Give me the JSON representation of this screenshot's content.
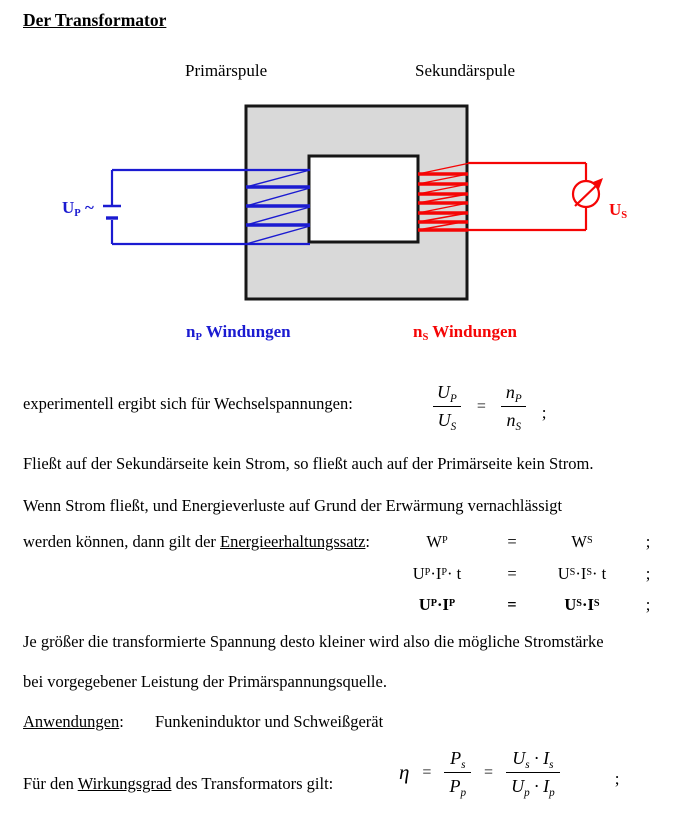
{
  "title": "Der Transformator",
  "colors": {
    "primary": "#1b1bd1",
    "secondary": "#f50505",
    "core-fill": "#d9d9d9",
    "ink": "#000000"
  },
  "diagram": {
    "primary_coil_label": "Primärspule",
    "secondary_coil_label": "Sekundärspule",
    "primary_voltage": [
      {
        "v": "U"
      },
      {
        "v": "P",
        "sub": true
      },
      {
        "v": " ~"
      }
    ],
    "secondary_voltage": [
      {
        "v": "U"
      },
      {
        "v": "S",
        "sub": true
      }
    ],
    "primary_windings": [
      {
        "v": "n"
      },
      {
        "v": "P",
        "sub": true
      },
      {
        "v": " Windungen"
      }
    ],
    "secondary_windings": [
      {
        "v": "n"
      },
      {
        "v": "S",
        "sub": true
      },
      {
        "v": " Windungen"
      }
    ]
  },
  "intro": {
    "lead": "experimentell ergibt sich für Wechselspannungen:",
    "frac1_num": [
      {
        "v": "U"
      },
      {
        "v": "P",
        "sub": true
      }
    ],
    "frac1_den": [
      {
        "v": "U"
      },
      {
        "v": "S",
        "sub": true
      }
    ],
    "equals": "=",
    "frac2_num": [
      {
        "v": "n"
      },
      {
        "v": "P",
        "sub": true
      }
    ],
    "frac2_den": [
      {
        "v": "n"
      },
      {
        "v": "S",
        "sub": true
      }
    ],
    "semicolon": ";"
  },
  "no_current_line": "Fließt auf der Sekundärseite kein Strom, so fließt auch auf der Primärseite kein Strom.",
  "energy": {
    "line1": "Wenn Strom fließt, und Energieverluste auf Grund der Erwärmung vernachlässigt",
    "line2": [
      {
        "v": "werden können, dann gilt der "
      },
      {
        "v": "Energieerhaltungssatz",
        "u": true
      },
      {
        "v": ":"
      }
    ],
    "rows": [
      {
        "lhs": [
          {
            "v": "W"
          },
          {
            "v": "P",
            "sub": true
          }
        ],
        "eq": "=",
        "rhs": [
          {
            "v": "W"
          },
          {
            "v": "S",
            "sub": true
          }
        ],
        "semi": ";"
      },
      {
        "lhs": [
          {
            "v": "U"
          },
          {
            "v": "P",
            "sub": true
          },
          {
            "v": " · "
          },
          {
            "v": "I"
          },
          {
            "v": "P",
            "sub": true
          },
          {
            "v": " · t"
          }
        ],
        "eq": "=",
        "rhs": [
          {
            "v": "U"
          },
          {
            "v": "S",
            "sub": true
          },
          {
            "v": " · "
          },
          {
            "v": "I"
          },
          {
            "v": "S",
            "sub": true
          },
          {
            "v": " · t"
          }
        ],
        "semi": ";"
      },
      {
        "lhs": [
          {
            "v": "U"
          },
          {
            "v": "P",
            "sub": true
          },
          {
            "v": " · "
          },
          {
            "v": "I"
          },
          {
            "v": "P",
            "sub": true
          }
        ],
        "eq": "=",
        "rhs": [
          {
            "v": "U"
          },
          {
            "v": "S",
            "sub": true
          },
          {
            "v": " · "
          },
          {
            "v": "I"
          },
          {
            "v": "S",
            "sub": true
          }
        ],
        "semi": ";"
      }
    ]
  },
  "conclusion": {
    "line1": "Je größer die transformierte Spannung desto kleiner wird also die mögliche Stromstärke",
    "line2": "bei vorgegebener Leistung der Primärspannungsquelle."
  },
  "applications": {
    "label": [
      {
        "v": "Anwendungen",
        "u": true
      },
      {
        "v": ":"
      }
    ],
    "items": "Funkeninduktor und Schweißgerät"
  },
  "efficiency": {
    "lead": [
      {
        "v": "Für den "
      },
      {
        "v": "Wirkungsgrad",
        "u": true
      },
      {
        "v": " des Transformators gilt:"
      }
    ],
    "eta": "η",
    "eq1": "=",
    "frac1_num": [
      {
        "v": "P"
      },
      {
        "v": "s",
        "sub": true
      }
    ],
    "frac1_den": [
      {
        "v": "P"
      },
      {
        "v": "p",
        "sub": true
      }
    ],
    "eq2": "=",
    "frac2_num": [
      {
        "v": "U"
      },
      {
        "v": "s",
        "sub": true
      },
      {
        "v": " · "
      },
      {
        "v": "I"
      },
      {
        "v": "s",
        "sub": true
      }
    ],
    "frac2_den": [
      {
        "v": "U"
      },
      {
        "v": "p",
        "sub": true
      },
      {
        "v": " · "
      },
      {
        "v": "I"
      },
      {
        "v": "p",
        "sub": true
      }
    ],
    "semicolon": ";"
  }
}
